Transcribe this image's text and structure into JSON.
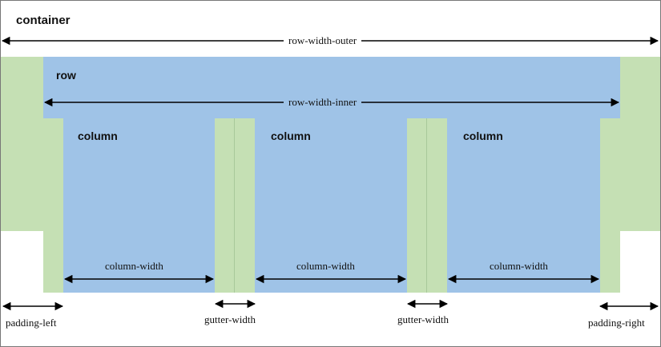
{
  "labels": {
    "container": "container",
    "row": "row",
    "column": "column",
    "row_width_outer": "row-width-outer",
    "row_width_inner": "row-width-inner",
    "column_width": "column-width",
    "gutter_width": "gutter-width",
    "padding_left": "padding-left",
    "padding_right": "padding-right"
  },
  "colors": {
    "padding_green": "#c5e0b4",
    "row_blue": "#9fc3e7",
    "arrow": "#000000",
    "frame": "#777777"
  }
}
